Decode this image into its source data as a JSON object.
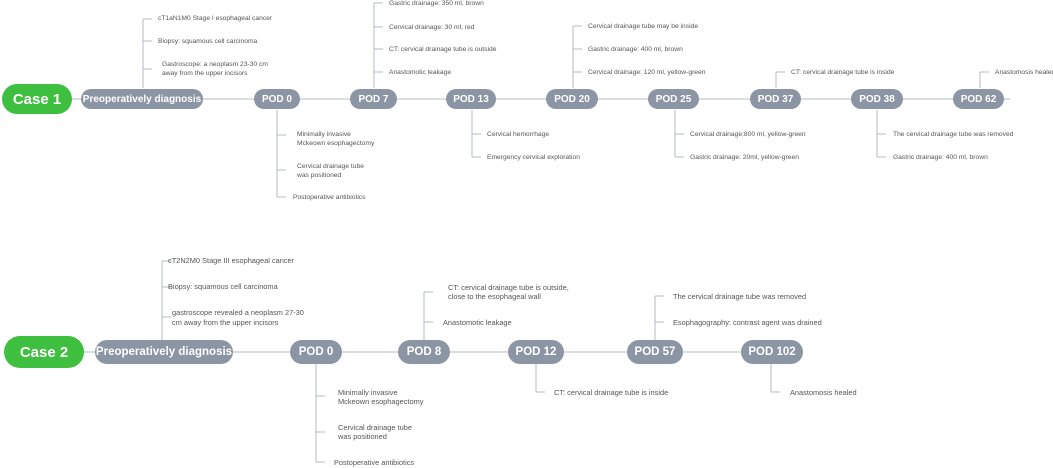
{
  "case1": {
    "label": "Case 1",
    "nodes": [
      "Preoperatively diagnosis",
      "POD 0",
      "POD 7",
      "POD 13",
      "POD 20",
      "POD 25",
      "POD 37",
      "POD 38",
      "POD 62"
    ],
    "notes": {
      "pre": [
        "cT1aN1M0 Stage I esophageal cancer",
        "Biopsy: squamous cell carcinoma",
        "Gastroscope: a neoplasm 23-30 cm",
        "away from the upper incisors"
      ],
      "pod0": [
        "Minimally invasive",
        "Mckeown esophagectomy",
        "Cervical drainage tube",
        "was positioned",
        "Postoperative antibiotics"
      ],
      "pod7": [
        "Gastric drainage: 350 ml, brown",
        "Cervical drainage: 30 ml, red",
        "CT: cervical drainage tube is outside",
        "Anastomotic leakage"
      ],
      "pod13": [
        "Cervical hemorrhage",
        "Emergency cervical exploration"
      ],
      "pod20": [
        "Cervical drainage tube may be inside",
        "Gastric drainage: 400 ml, brown",
        "Cervical drainage: 120 ml, yellow-green"
      ],
      "pod25": [
        "Cervical drainage:800 ml, yellow-green",
        "Gastric drainage: 20ml, yellow-green"
      ],
      "pod37": [
        "CT: cervical drainage tube is inside"
      ],
      "pod38": [
        "The cervical drainage tube was removed",
        "Gastric drainage: 400 ml, brown"
      ],
      "pod62": [
        "Anastomosis healed"
      ]
    }
  },
  "case2": {
    "label": "Case 2",
    "nodes": [
      "Preoperatively diagnosis",
      "POD 0",
      "POD 8",
      "POD 12",
      "POD 57",
      "POD 102"
    ],
    "notes": {
      "pre": [
        "cT2N2M0 Stage III esophageal cancer",
        "Biopsy: squamous cell carcinoma",
        "gastroscope revealed a neoplasm 27-30",
        "cm away from the upper incisors"
      ],
      "pod0": [
        "Minimally invasive",
        "Mckeown esophagectomy",
        "Cervical drainage tube",
        "was positioned",
        "Postoperative antibiotics"
      ],
      "pod8": [
        "CT: cervical drainage tube is outside,",
        "close to the esophageal wall",
        "Anastomotic leakage"
      ],
      "pod12": [
        "CT: cervical drainage tube is inside"
      ],
      "pod57": [
        "The cervical drainage tube was removed",
        "Esophagography: contrast agent was drained"
      ],
      "pod102": [
        "Anastomosis healed"
      ]
    }
  }
}
